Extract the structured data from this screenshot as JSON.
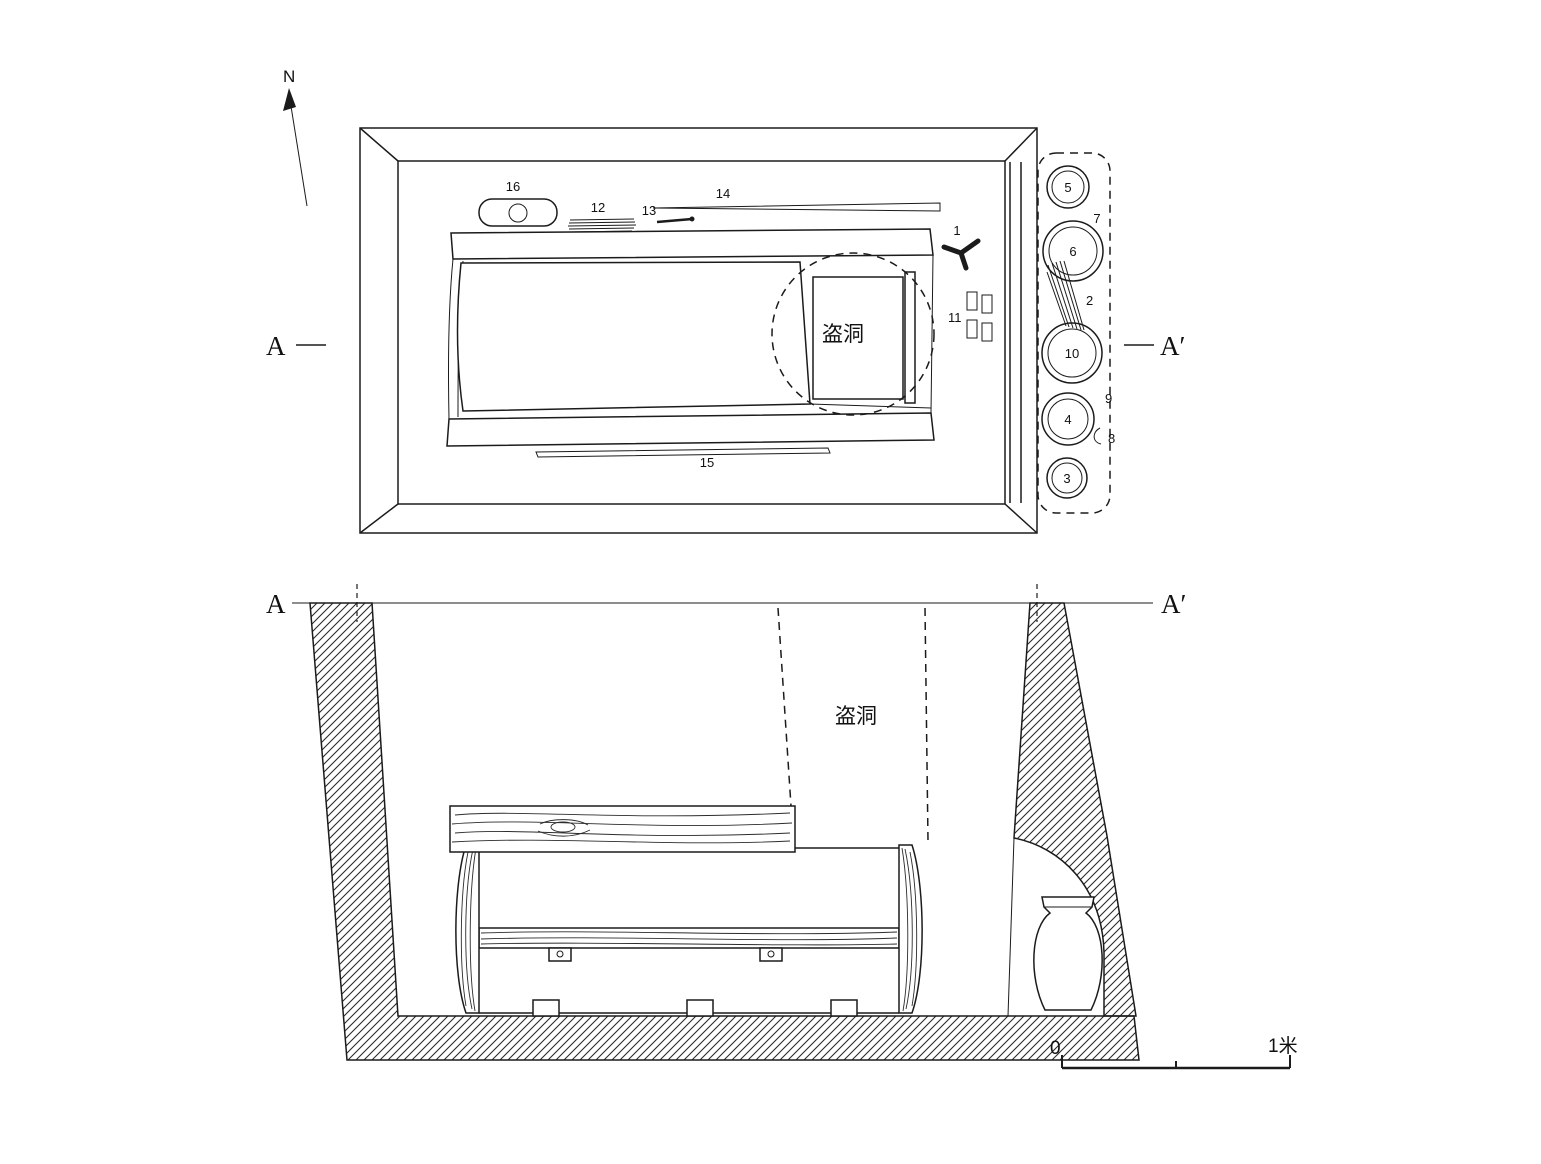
{
  "figure": {
    "description": "Archaeological tomb excavation drawing: plan view (top) and A-A' cross section (bottom)",
    "ink_color": "#1b1b1b",
    "background_color": "#ffffff"
  },
  "plan_view": {
    "north_label": "N",
    "section_line_left": "A",
    "section_line_right": "A′",
    "robber_hole_label": "盗洞",
    "artifact_labels": {
      "n1": "1",
      "n2": "2",
      "n3": "3",
      "n4": "4",
      "n5": "5",
      "n6": "6",
      "n7": "7",
      "n8": "8",
      "n9": "9",
      "n10": "10",
      "n11": "11",
      "n12": "12",
      "n13": "13",
      "n14": "14",
      "n15": "15",
      "n16": "16"
    }
  },
  "section_view": {
    "section_line_left": "A",
    "section_line_right": "A′",
    "robber_hole_label": "盗洞",
    "scale_bar": {
      "start": "0",
      "end": "1米"
    }
  }
}
